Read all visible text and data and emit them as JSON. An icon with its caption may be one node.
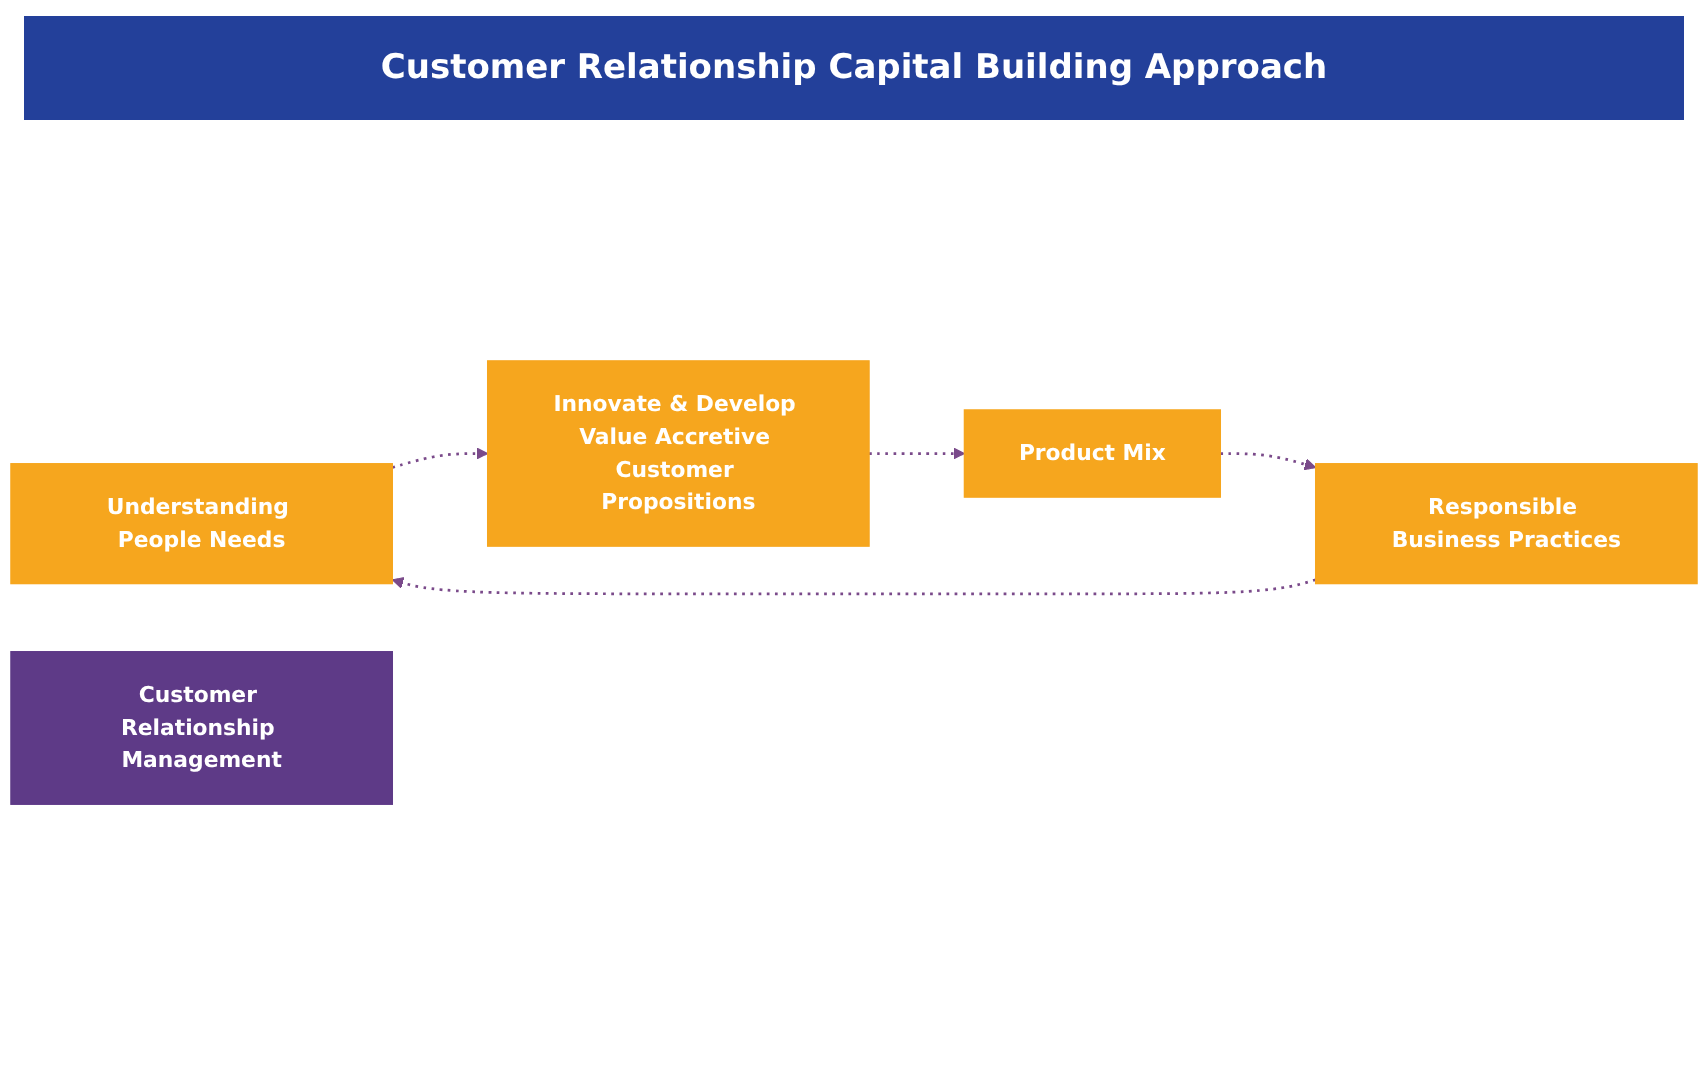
{
  "diagram": {
    "title": "Customer Relationship Capital Building Approach",
    "nodes": [
      {
        "text": [
          "Understanding People Needs"
        ]
      },
      {
        "text": [
          "Responsible Business Practices"
        ]
      },
      {
        "text": [
          "Customer Relationship Management"
        ]
      },
      {
        "text": [
          "Innovate & Develop Value Accretive Customer Propositions"
        ]
      },
      {
        "text": [
          "Product Mix"
        ]
      }
    ],
    "edges": [
      {
        "from": 1,
        "to": 0,
        "arrow": "to",
        "style": "dashed"
      },
      {
        "from": 0,
        "to": 3,
        "arrow": "to",
        "style": "dashed"
      },
      {
        "from": 3,
        "to": 4,
        "arrow": "to",
        "style": "dashed"
      },
      {
        "from": 4,
        "to": 1,
        "arrow": "to",
        "style": "dashed"
      }
    ]
  }
}
